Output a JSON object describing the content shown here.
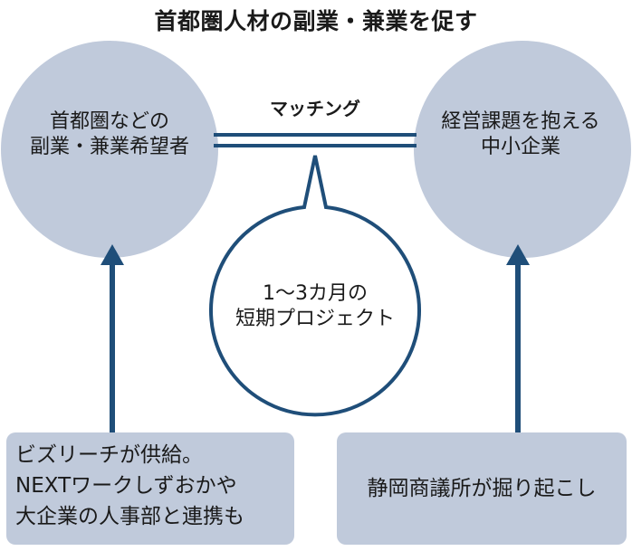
{
  "title": "首都圏人材の副業・兼業を促す",
  "colors": {
    "circle_fill": "#c0cadb",
    "line": "#1f4e79",
    "box_fill": "#c0cadb",
    "text": "#1a1a1a",
    "background": "#ffffff"
  },
  "nodes": {
    "left_circle": {
      "line1": "首都圏などの",
      "line2": "副業・兼業希望者"
    },
    "right_circle": {
      "line1": "経営課題を抱える",
      "line2": "中小企業"
    },
    "connector_label": "マッチング",
    "bubble": {
      "line1": "1〜3カ月の",
      "line2": "短期プロジェクト"
    },
    "left_box": {
      "line1": "ビズリーチが供給。",
      "line2": "NEXTワークしずおかや",
      "line3": "大企業の人事部と連携も"
    },
    "right_box": {
      "line1": "静岡商議所が掘り起こし"
    }
  },
  "edges": [
    {
      "from": "left_circle",
      "to": "right_circle",
      "label": "マッチング",
      "style": "double-line"
    },
    {
      "from": "left_box",
      "to": "left_circle",
      "style": "arrow"
    },
    {
      "from": "right_box",
      "to": "right_circle",
      "style": "arrow"
    },
    {
      "from": "bubble",
      "to": "connector",
      "style": "speech-tail"
    }
  ]
}
